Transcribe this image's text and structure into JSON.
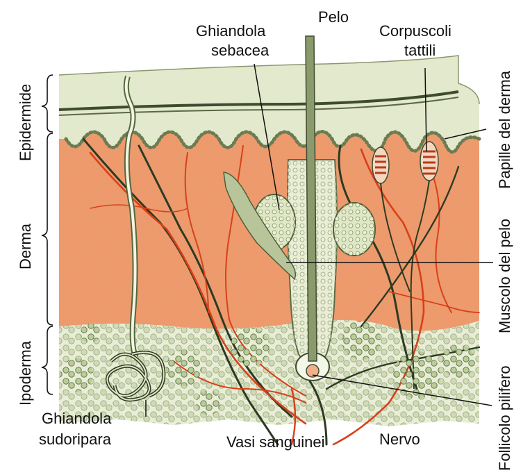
{
  "labels": {
    "pelo": "Pelo",
    "ghiandola_sebacea_1": "Ghiandola",
    "ghiandola_sebacea_2": "sebacea",
    "corpuscoli_1": "Corpuscoli",
    "corpuscoli_2": "tattili",
    "papille": "Papille del derma",
    "muscolo": "Muscolo del pelo",
    "follicolo": "Follicolo pilifero",
    "epidermide": "Epidermide",
    "derma": "Derma",
    "ipoderma": "Ipoderma",
    "ghiandola_sudoripara_1": "Ghiandola",
    "ghiandola_sudoripara_2": "sudoripara",
    "vasi": "Vasi sanguinei",
    "nervo": "Nervo"
  },
  "colors": {
    "epidermis": "#e7ecd0",
    "stratum": "#c9d6a8",
    "dermis": "#ef9a6e",
    "hypodermis": "#e8ecd4",
    "fat_cell": "#a7bf86",
    "vessel_red": "#d8401a",
    "nerve_dark": "#2d3a22",
    "hair": "#7b8c62"
  }
}
